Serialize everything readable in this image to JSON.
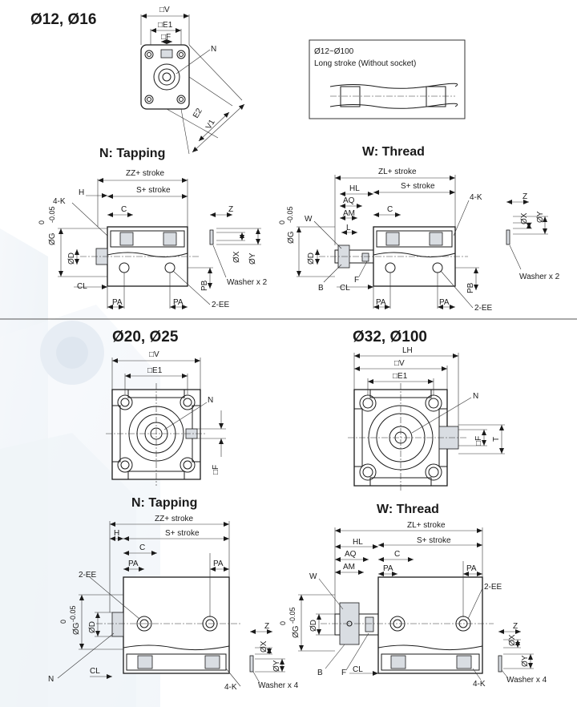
{
  "sections": {
    "top_title": "Ø12, Ø16",
    "mid_left_title": "Ø20, Ø25",
    "mid_right_title": "Ø32, Ø100"
  },
  "long_stroke_box": {
    "range": "Ø12~Ø100",
    "caption": "Long stroke (Without socket)"
  },
  "headings": {
    "tapping_top": "N: Tapping",
    "thread_top": "W: Thread",
    "tapping_bottom": "N: Tapping",
    "thread_bottom": "W: Thread"
  },
  "end_view_top": {
    "V": "□V",
    "E1": "□E1",
    "F": "□F",
    "N": "N",
    "E2": "E2",
    "V1": "V1"
  },
  "end_view_20": {
    "V": "□V",
    "E1": "□E1",
    "N": "N",
    "F": "□F"
  },
  "end_view_32": {
    "LH": "LH",
    "V": "□V",
    "E1": "□E1",
    "N": "N",
    "F": "□F",
    "T": "T"
  },
  "side_tap_top": {
    "ZZ": "ZZ+ stroke",
    "S": "S+ stroke",
    "H": "H",
    "K": "4-K",
    "C": "C",
    "G": "ØG",
    "G_tol": "0",
    "G_tol2": "-0.05",
    "D": "ØD",
    "CL": "CL",
    "PA1": "PA",
    "PA2": "PA",
    "EE": "2-EE",
    "PB": "PB",
    "Z": "Z",
    "X": "ØX",
    "Y": "ØY",
    "washer": "Washer x 2"
  },
  "side_thread_top": {
    "ZL": "ZL+ stroke",
    "S": "S+ stroke",
    "HL": "HL",
    "AQ": "AQ",
    "AM": "AM",
    "L": "L",
    "C": "C",
    "K": "4-K",
    "W": "W",
    "G": "ØG",
    "G_tol": "0",
    "G_tol2": "-0.05",
    "D": "ØD",
    "B": "B",
    "F": "F",
    "CL": "CL",
    "PA1": "PA",
    "PA2": "PA",
    "EE": "2-EE",
    "PB": "PB",
    "Z": "Z",
    "X": "ØX",
    "Y": "ØY",
    "washer": "Washer x 2"
  },
  "side_tap_bottom": {
    "ZZ": "ZZ+ stroke",
    "S": "S+ stroke",
    "H": "H",
    "C": "C",
    "PA1": "PA",
    "PA2": "PA",
    "EE": "2-EE",
    "D": "ØD",
    "G": "ØG",
    "G_tol": "0",
    "G_tol2": "-0.05",
    "CL": "CL",
    "N": "N",
    "K": "4-K",
    "Z": "Z",
    "X": "ØX",
    "Y": "ØY",
    "washer": "Washer x 4"
  },
  "side_thread_bottom": {
    "ZL": "ZL+ stroke",
    "S": "S+ stroke",
    "HL": "HL",
    "AQ": "AQ",
    "AM": "AM",
    "C": "C",
    "PA1": "PA",
    "PA2": "PA",
    "EE": "2-EE",
    "W": "W",
    "D": "ØD",
    "G": "ØG",
    "G_tol": "0",
    "G_tol2": "-0.05",
    "B": "B",
    "F": "F",
    "CL": "CL",
    "K": "4-K",
    "Z": "Z",
    "X": "ØX",
    "Y": "ØY",
    "washer": "Washer x 4"
  }
}
